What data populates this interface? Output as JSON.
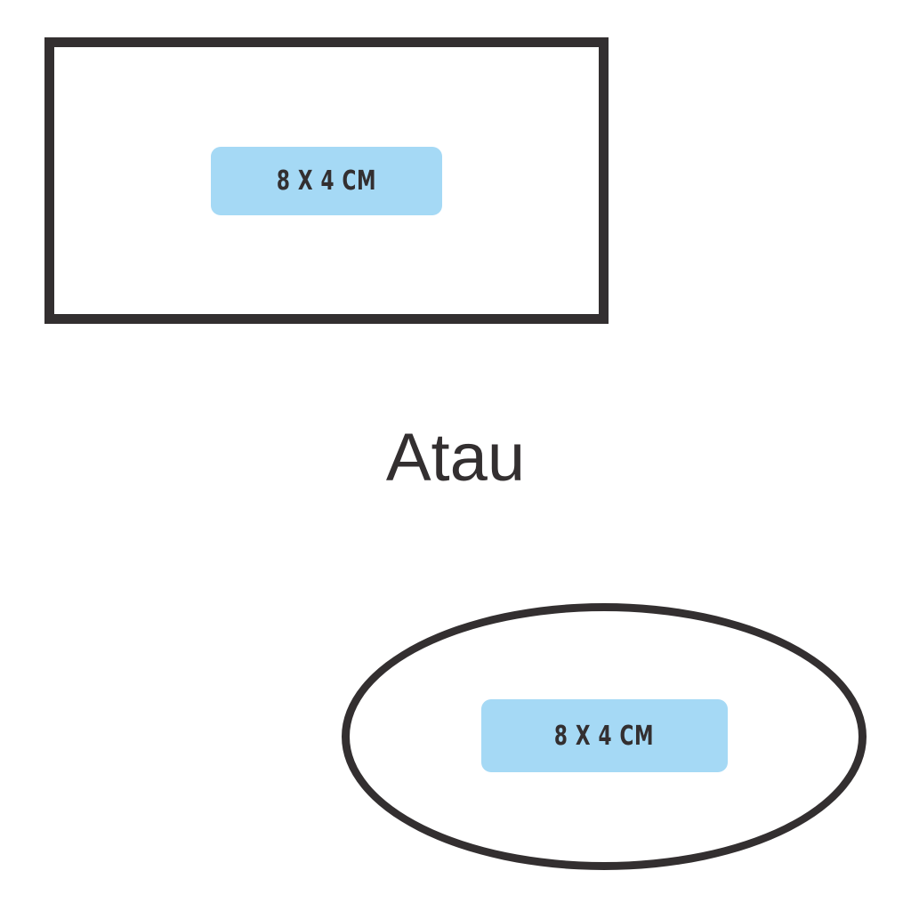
{
  "shapes": {
    "rectangle": {
      "label": "8 X 4 CM"
    },
    "ellipse": {
      "label": "8 X 4 CM"
    }
  },
  "separator": {
    "text": "Atau"
  },
  "colors": {
    "outline": "#332f30",
    "label_background": "#a5d9f5",
    "background": "#ffffff"
  }
}
